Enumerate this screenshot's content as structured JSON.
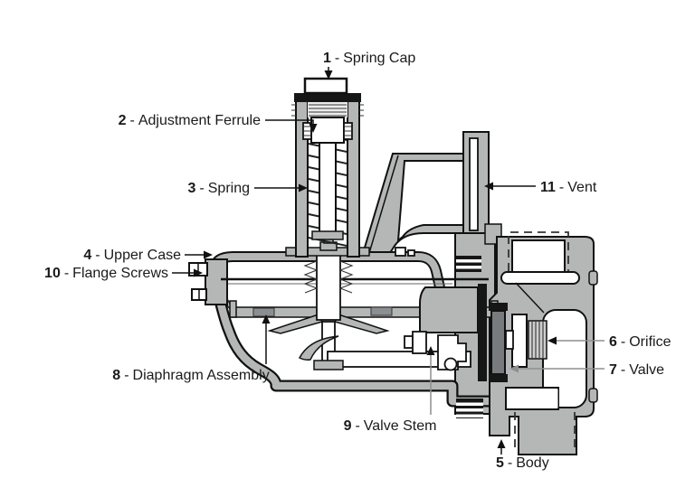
{
  "figure": {
    "description": "Cross-section diagram of a gas pressure regulator with numbered part callouts"
  },
  "colors": {
    "background": "#ffffff",
    "metal_gray": "#b5b7b7",
    "outline": "#111111",
    "valve_disc_gray": "#787b7e",
    "clamp_gray": "#8c8f91",
    "label_text": "#1a1a1a"
  },
  "labels_sep": "-",
  "labels": {
    "spring_cap": {
      "number": "1",
      "name": "Spring Cap"
    },
    "adjustment_ferrule": {
      "number": "2",
      "name": "Adjustment Ferrule"
    },
    "spring": {
      "number": "3",
      "name": "Spring"
    },
    "upper_case": {
      "number": "4",
      "name": "Upper Case"
    },
    "body": {
      "number": "5",
      "name": "Body"
    },
    "orifice": {
      "number": "6",
      "name": "Orifice"
    },
    "valve": {
      "number": "7",
      "name": "Valve"
    },
    "diaphragm_assembly": {
      "number": "8",
      "name": "Diaphragm Assembly"
    },
    "valve_stem": {
      "number": "9",
      "name": "Valve Stem"
    },
    "flange_screws": {
      "number": "10",
      "name": "Flange Screws"
    },
    "vent": {
      "number": "11",
      "name": "Vent"
    }
  }
}
